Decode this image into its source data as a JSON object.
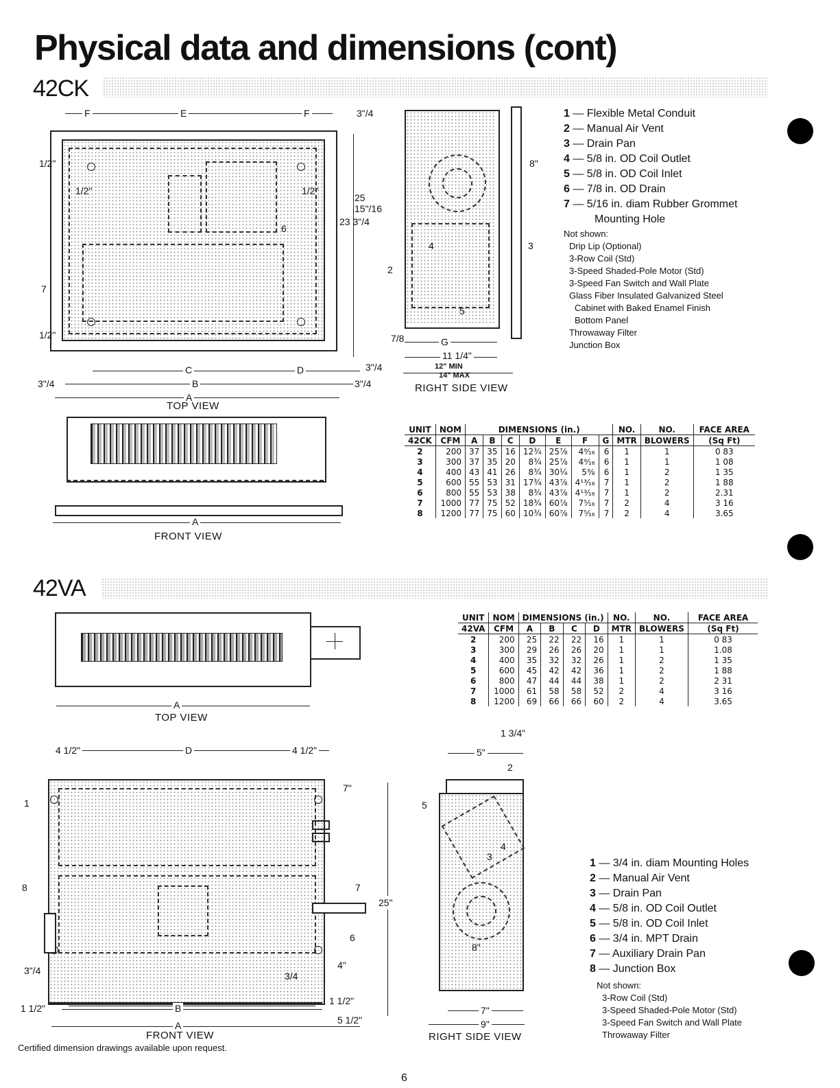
{
  "page": {
    "title": "Physical data and dimensions (cont)",
    "footnote": "Certified dimension drawings available upon request.",
    "page_number": "6"
  },
  "sec42ck": {
    "label": "42CK",
    "top_view": {
      "caption": "TOP VIEW",
      "dims": {
        "E": "E",
        "F1": "F",
        "F2": "F",
        "C": "C",
        "D": "D",
        "B": "B",
        "A": "A",
        "d_34_tr": "3\"/4",
        "d_2515": "25 15\"/16",
        "d_2334": "23 3\"/4",
        "d_12_a": "1/2\"",
        "d_12_b": "1/2\"",
        "d_12_c": "1/2\"",
        "d_12_d": "1/2\"",
        "d_34_l": "3\"/4",
        "d_34_r": "3\"/4",
        "d_34_br": "3\"/4",
        "c6": "6",
        "c7": "7"
      }
    },
    "right_view": {
      "caption": "RIGHT SIDE VIEW",
      "dims": {
        "d8": "8\"",
        "G": "G",
        "d78": "7/8",
        "d114": "11 1/4\"",
        "d12min": "12\" MIN",
        "d14max": "14\" MAX",
        "c2": "2",
        "c3": "3",
        "c4": "4",
        "c5": "5"
      }
    },
    "front_view": {
      "caption": "FRONT VIEW",
      "dim_A": "A"
    },
    "legend": [
      {
        "num": "1",
        "text": "Flexible Metal Conduit"
      },
      {
        "num": "2",
        "text": "Manual Air Vent"
      },
      {
        "num": "3",
        "text": "Drain Pan"
      },
      {
        "num": "4",
        "text": "5/8 in. OD Coil Outlet"
      },
      {
        "num": "5",
        "text": "5/8 in. OD Coil Inlet"
      },
      {
        "num": "6",
        "text": "7/8 in. OD Drain"
      },
      {
        "num": "7",
        "text": "5/16 in. diam Rubber Grommet"
      },
      {
        "num": "",
        "text": "Mounting Hole"
      }
    ],
    "not_shown_label": "Not shown:",
    "not_shown": [
      "Drip Lip (Optional)",
      "3-Row Coil (Std)",
      "3-Speed Shaded-Pole Motor (Std)",
      "3-Speed Fan Switch and Wall Plate",
      "Glass Fiber Insulated Galvanized Steel",
      "Cabinet with Baked Enamel Finish",
      "Bottom Panel",
      "Throwaway Filter",
      "Junction Box"
    ],
    "table": {
      "h_unit": "UNIT",
      "h_nom": "NOM",
      "h_dims": "DIMENSIONS (in.)",
      "h_no1": "NO.",
      "h_no2": "NO.",
      "h_face": "FACE AREA",
      "h_unit2": "42CK",
      "h_cfm": "CFM",
      "h_mtr": "MTR",
      "h_blowers": "BLOWERS",
      "h_sqft": "(Sq Ft)",
      "cols": [
        "A",
        "B",
        "C",
        "D",
        "E",
        "F",
        "G"
      ],
      "rows": [
        [
          "2",
          "200",
          "37",
          "35",
          "16",
          "12¾",
          "25⅞",
          "4⁹⁄₁₆",
          "6",
          "1",
          "1",
          "0 83"
        ],
        [
          "3",
          "300",
          "37",
          "35",
          "20",
          "8¾",
          "25⅞",
          "4⁹⁄₁₆",
          "6",
          "1",
          "1",
          "1 08"
        ],
        [
          "4",
          "400",
          "43",
          "41",
          "26",
          "8¾",
          "30¼",
          "5⅜",
          "6",
          "1",
          "2",
          "1 35"
        ],
        [
          "5",
          "600",
          "55",
          "53",
          "31",
          "17¾",
          "43⅞",
          "4¹³⁄₁₆",
          "7",
          "1",
          "2",
          "1 88"
        ],
        [
          "6",
          "800",
          "55",
          "53",
          "38",
          "8¾",
          "43⅞",
          "4¹³⁄₁₆",
          "7",
          "1",
          "2",
          "2.31"
        ],
        [
          "7",
          "1000",
          "77",
          "75",
          "52",
          "18¾",
          "60⅞",
          "7⁵⁄₁₆",
          "7",
          "2",
          "4",
          "3 16"
        ],
        [
          "8",
          "1200",
          "77",
          "75",
          "60",
          "10¾",
          "60⅞",
          "7⁵⁄₁₆",
          "7",
          "2",
          "4",
          "3.65"
        ]
      ]
    }
  },
  "sec42va": {
    "label": "42VA",
    "top_view": {
      "caption": "TOP VIEW",
      "dim_A": "A"
    },
    "front_view": {
      "caption": "FRONT VIEW",
      "dims": {
        "d412_l": "4 1/2\"",
        "D": "D",
        "d412_r": "4 1/2\"",
        "d7": "7\"",
        "d25": "25\"",
        "d4": "4\"",
        "d34": "3\"/4",
        "d34_in": "3/4",
        "d112_l": "1 1/2\"",
        "B": "B",
        "d112_r": "1 1/2\"",
        "A": "A",
        "d512": "5 1/2\"",
        "c1": "1",
        "c6": "6",
        "c7": "7",
        "c8": "8"
      }
    },
    "right_view": {
      "caption": "RIGHT SIDE VIEW",
      "dims": {
        "d134": "1 3/4\"",
        "d5": "5\"",
        "d8": "8\"",
        "d7": "7\"",
        "d9": "9\"",
        "c2": "2",
        "c3": "3",
        "c4": "4",
        "c5": "5"
      }
    },
    "legend": [
      {
        "num": "1",
        "text": "3/4 in. diam Mounting Holes"
      },
      {
        "num": "2",
        "text": "Manual Air Vent"
      },
      {
        "num": "3",
        "text": "Drain Pan"
      },
      {
        "num": "4",
        "text": "5/8 in. OD Coil Outlet"
      },
      {
        "num": "5",
        "text": "5/8 in. OD Coil Inlet"
      },
      {
        "num": "6",
        "text": "3/4 in. MPT Drain"
      },
      {
        "num": "7",
        "text": "Auxiliary Drain Pan"
      },
      {
        "num": "8",
        "text": "Junction Box"
      }
    ],
    "not_shown_label": "Not shown:",
    "not_shown": [
      "3-Row Coil (Std)",
      "3-Speed Shaded-Pole Motor (Std)",
      "3-Speed Fan Switch and Wall Plate",
      "Throwaway Filter"
    ],
    "table": {
      "h_unit": "UNIT",
      "h_nom": "NOM",
      "h_dims": "DIMENSIONS (in.)",
      "h_no1": "NO.",
      "h_no2": "NO.",
      "h_face": "FACE AREA",
      "h_unit2": "42VA",
      "h_cfm": "CFM",
      "h_mtr": "MTR",
      "h_blowers": "BLOWERS",
      "h_sqft": "(Sq Ft)",
      "cols": [
        "A",
        "B",
        "C",
        "D"
      ],
      "rows": [
        [
          "2",
          "200",
          "25",
          "22",
          "22",
          "16",
          "1",
          "1",
          "0 83"
        ],
        [
          "3",
          "300",
          "29",
          "26",
          "26",
          "20",
          "1",
          "1",
          "1.08"
        ],
        [
          "4",
          "400",
          "35",
          "32",
          "32",
          "26",
          "1",
          "2",
          "1 35"
        ],
        [
          "5",
          "600",
          "45",
          "42",
          "42",
          "36",
          "1",
          "2",
          "1 88"
        ],
        [
          "6",
          "800",
          "47",
          "44",
          "44",
          "38",
          "1",
          "2",
          "2 31"
        ],
        [
          "7",
          "1000",
          "61",
          "58",
          "58",
          "52",
          "2",
          "4",
          "3 16"
        ],
        [
          "8",
          "1200",
          "69",
          "66",
          "66",
          "60",
          "2",
          "4",
          "3.65"
        ]
      ]
    }
  }
}
